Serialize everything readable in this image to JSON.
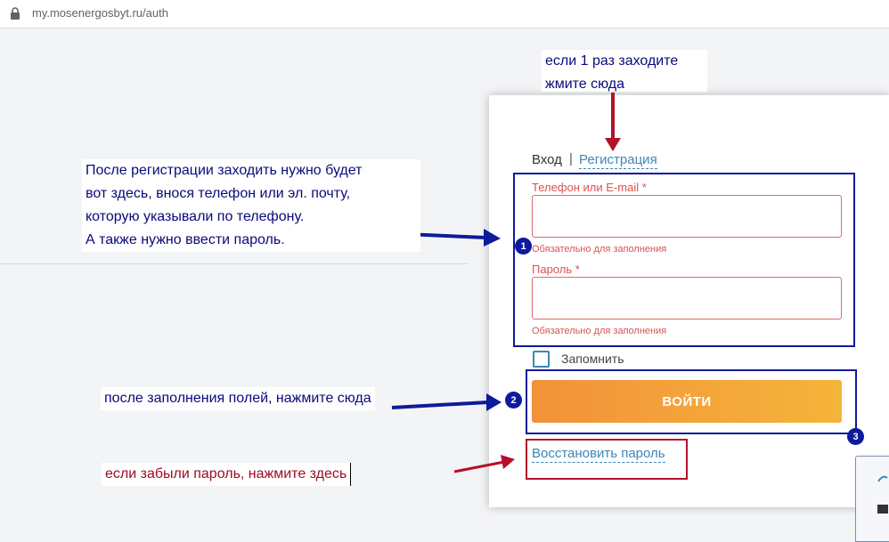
{
  "browser": {
    "url": "my.mosenergosbyt.ru/auth"
  },
  "auth": {
    "tab_login": "Вход",
    "tab_separator": "|",
    "tab_register": "Регистрация",
    "phone_label": "Телефон или E-mail *",
    "phone_value": "",
    "phone_hint": "Обязательно для заполнения",
    "password_label": "Пароль *",
    "password_value": "",
    "password_hint": "Обязательно для заполнения",
    "remember_label": "Запомнить",
    "login_button": "ВОЙТИ",
    "restore_link": "Восстановить пароль"
  },
  "annotations": {
    "register_note_line1": "если 1 раз заходите",
    "register_note_line2": "жмите сюда",
    "login_note_line1": "После регистрации заходить нужно будет",
    "login_note_line2": "вот здесь, внося телефон или эл. почту,",
    "login_note_line3": "которую указывали по телефону.",
    "login_note_line4": "А также нужно ввести пароль.",
    "submit_note": "после заполнения полей, нажмите сюда",
    "forgot_note": "если забыли пароль, нажмите здесь",
    "badge_1": "1",
    "badge_2": "2",
    "badge_3": "3",
    "blue_color": "#0e1a9c",
    "red_color": "#b5102a"
  }
}
